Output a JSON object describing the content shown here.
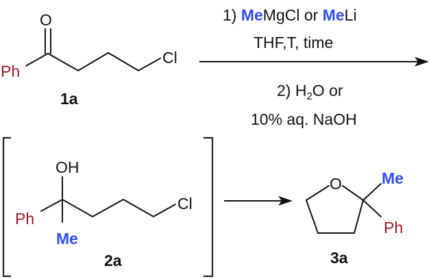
{
  "scheme": {
    "compounds": {
      "ketone_1a": {
        "id_label": "1a",
        "atoms": {
          "oxygen": "O",
          "phenyl": "Ph",
          "chlorine": "Cl"
        }
      },
      "alcohol_2a": {
        "id_label": "2a",
        "atoms": {
          "hydroxyl": "OH",
          "phenyl": "Ph",
          "methyl": "Me",
          "chlorine": "Cl"
        },
        "bracketed": true
      },
      "thf_3a": {
        "id_label": "3a",
        "atoms": {
          "oxygen": "O",
          "methyl": "Me",
          "phenyl": "Ph"
        }
      }
    },
    "conditions": {
      "step1": {
        "prefix": "1) ",
        "reagent1_me": "Me",
        "reagent1_rest": "MgCl",
        "connector": " or ",
        "reagent2_me": "Me",
        "reagent2_rest": "Li"
      },
      "step1_solvent": "THF,T, time",
      "step2": {
        "prefix": "2) H",
        "subscript": "2",
        "suffix": "O or"
      },
      "step2_alt": "10% aq. NaOH"
    },
    "colors": {
      "phenyl": "#9b1b1f",
      "methyl": "#2f4cf5",
      "default": "#111111"
    }
  }
}
